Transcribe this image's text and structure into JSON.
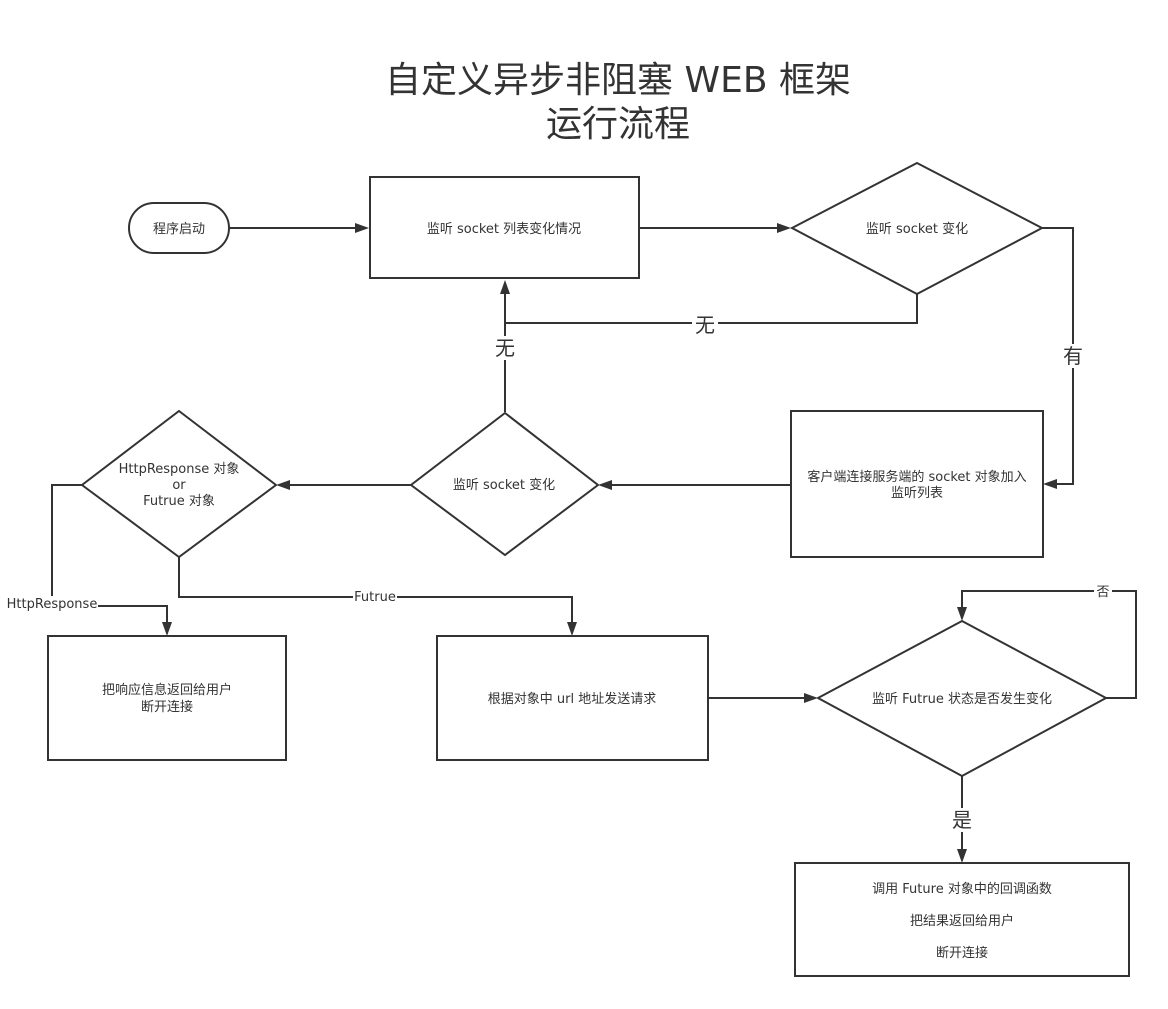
{
  "title": {
    "line1": "自定义异步非阻塞 WEB 框架",
    "line2": "运行流程"
  },
  "nodes": {
    "start": {
      "label": "程序启动"
    },
    "listen_list": {
      "label": "监听 socket 列表变化情况"
    },
    "check_socket_1": {
      "label": "监听 socket 变化"
    },
    "add_listen": {
      "lines": [
        "客户端连接服务端的 socket 对象加入",
        "监听列表"
      ]
    },
    "check_socket_2": {
      "label": "监听 socket 变化"
    },
    "type_check": {
      "lines": [
        "HttpResponse 对象",
        "or",
        "Futrue 对象"
      ]
    },
    "return_close": {
      "lines": [
        "把响应信息返回给用户",
        "断开连接"
      ]
    },
    "send_request": {
      "label": "根据对象中 url 地址发送请求"
    },
    "future_check": {
      "label": "监听 Futrue 状态是否发生变化"
    },
    "callback": {
      "lines": [
        "调用 Future 对象中的回调函数",
        "把结果返回给用户",
        "断开连接"
      ]
    }
  },
  "edges": {
    "none_top": "无",
    "none_left": "无",
    "has": "有",
    "http_response": "HttpResponse",
    "futrue": "Futrue",
    "no": "否",
    "yes": "是"
  }
}
